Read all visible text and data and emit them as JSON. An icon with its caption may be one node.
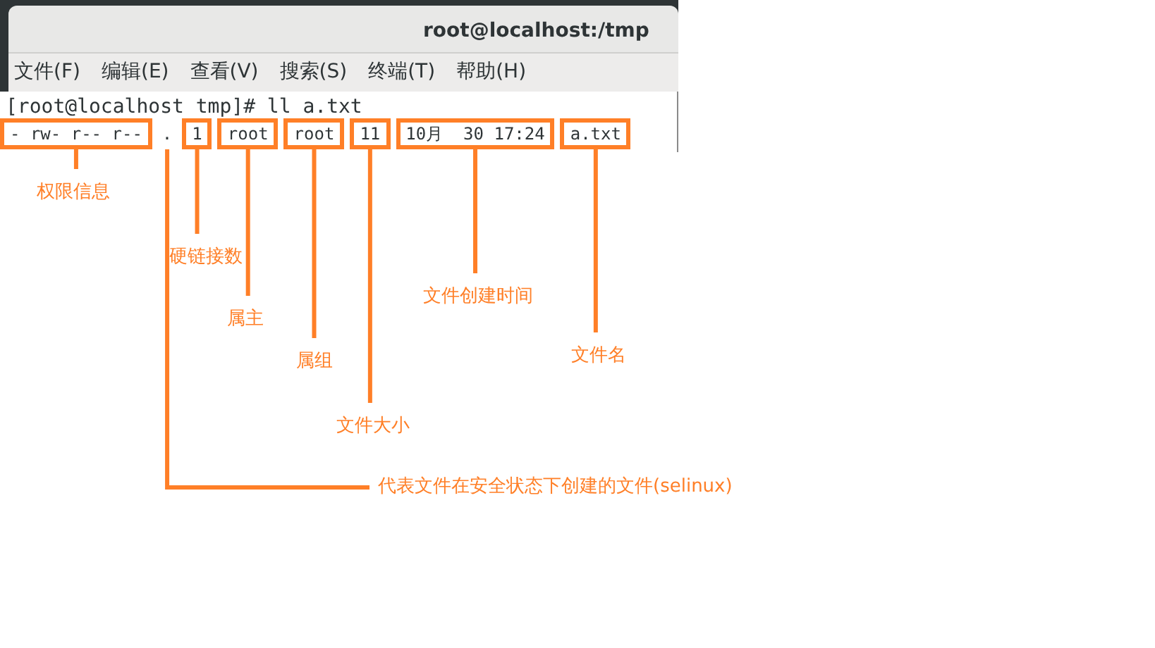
{
  "diagram": {
    "nodes": [
      {
        "text": [
          "- rw- r-- r--"
        ]
      },
      {
        "text": [
          "."
        ]
      },
      {
        "text": [
          "1"
        ]
      },
      {
        "text": [
          "root"
        ]
      },
      {
        "text": [
          "root"
        ]
      },
      {
        "text": [
          "11"
        ]
      },
      {
        "text": [
          "10月  30 17:24"
        ]
      },
      {
        "text": [
          "a.txt"
        ]
      },
      {
        "text": [
          "权限信息"
        ]
      },
      {
        "text": [
          "硬链接数"
        ]
      },
      {
        "text": [
          "属主"
        ]
      },
      {
        "text": [
          "属组"
        ]
      },
      {
        "text": [
          "文件大小"
        ]
      },
      {
        "text": [
          "文件创建时间"
        ]
      },
      {
        "text": [
          "文件名"
        ]
      },
      {
        "text": [
          "代表文件在安全状态下创建的文件(selinux)"
        ]
      }
    ],
    "edges": [
      {
        "from": 8,
        "to": 0,
        "arrow": "none"
      },
      {
        "from": 9,
        "to": 2,
        "arrow": "none"
      },
      {
        "from": 10,
        "to": 3,
        "arrow": "none"
      },
      {
        "from": 11,
        "to": 4,
        "arrow": "none"
      },
      {
        "from": 12,
        "to": 5,
        "arrow": "none"
      },
      {
        "from": 13,
        "to": 6,
        "arrow": "none"
      },
      {
        "from": 14,
        "to": 7,
        "arrow": "none"
      },
      {
        "from": 15,
        "to": 1,
        "arrow": "none"
      }
    ],
    "labels": [
      "root@localhost:/tmp",
      "文件(F)",
      "编辑(E)",
      "查看(V)",
      "搜索(S)",
      "终端(T)",
      "帮助(H)",
      "[root@localhost tmp]# ll a.txt"
    ]
  }
}
